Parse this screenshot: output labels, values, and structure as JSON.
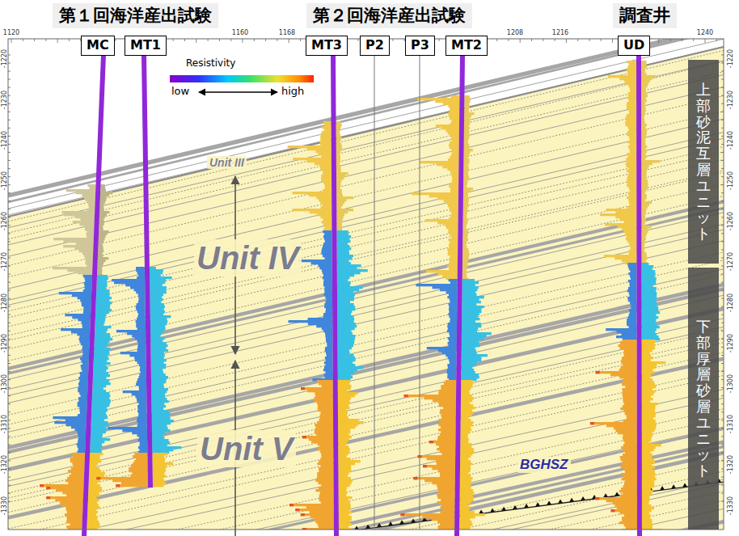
{
  "diagram": {
    "nodes": [
      {
        "text": [
          "第１回海洋産出試験"
        ]
      },
      {
        "text": [
          "第２回海洋産出試験"
        ]
      },
      {
        "text": [
          "調査井"
        ]
      },
      {
        "text": [
          "MC"
        ]
      },
      {
        "text": [
          "MT1"
        ]
      },
      {
        "text": [
          "MT3"
        ]
      },
      {
        "text": [
          "P2"
        ]
      },
      {
        "text": [
          "P3"
        ]
      },
      {
        "text": [
          "MT2"
        ]
      },
      {
        "text": [
          "UD"
        ]
      },
      {
        "text": [
          "上部砂泥互層ユニット"
        ]
      },
      {
        "text": [
          "下部厚層砂層ユニット"
        ]
      }
    ],
    "labels": [
      "Resistivity",
      "low",
      "high",
      "Unit III",
      "Unit IV",
      "Unit V",
      "BGHSZ",
      "1120",
      "1160",
      "1168",
      "1208",
      "1216",
      "1240",
      "-1220",
      "-1230",
      "-1240",
      "-1250",
      "-1260",
      "-1270",
      "-1280",
      "-1290",
      "-1300",
      "-1310",
      "-1320",
      "-1330",
      "-1220",
      "-1230",
      "-1240",
      "-1250",
      "-1260",
      "-1270",
      "-1280",
      "-1290",
      "-1300",
      "-1310",
      "-1320",
      "-1330"
    ]
  }
}
